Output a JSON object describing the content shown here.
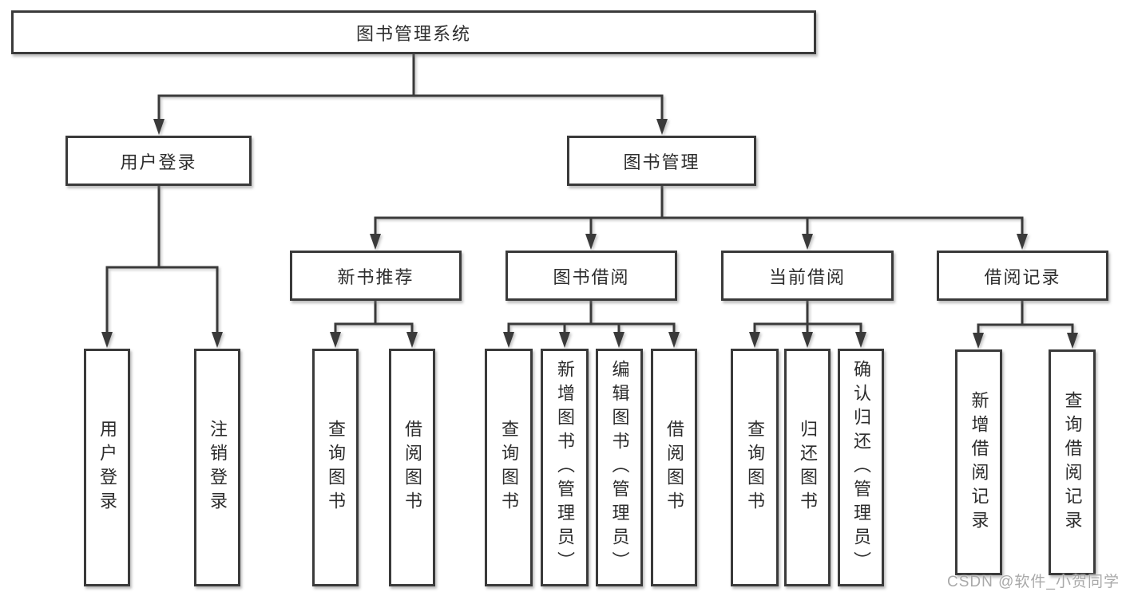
{
  "diagram": {
    "root": "图书管理系统",
    "level2": [
      {
        "label": "用户登录",
        "children": [
          "用户登录",
          "注销登录"
        ]
      },
      {
        "label": "图书管理"
      }
    ],
    "level3": [
      {
        "label": "新书推荐",
        "children": [
          "查询图书",
          "借阅图书"
        ]
      },
      {
        "label": "图书借阅",
        "children": [
          "查询图书",
          "新增图书（管理员）",
          "编辑图书（管理员）",
          "借阅图书"
        ]
      },
      {
        "label": "当前借阅",
        "children": [
          "查询图书",
          "归还图书",
          "确认归还（管理员）"
        ]
      },
      {
        "label": "借阅记录",
        "children": [
          "新增借阅记录",
          "查询借阅记录"
        ]
      }
    ]
  },
  "watermark": "CSDN @软件_小贺同学",
  "colors": {
    "line": "#3a3a3a",
    "box_border": "#3a3a3a",
    "box_fill": "#ffffff",
    "text": "#2d2d2d",
    "watermark": "#a9a9a9",
    "background": "#ffffff"
  }
}
